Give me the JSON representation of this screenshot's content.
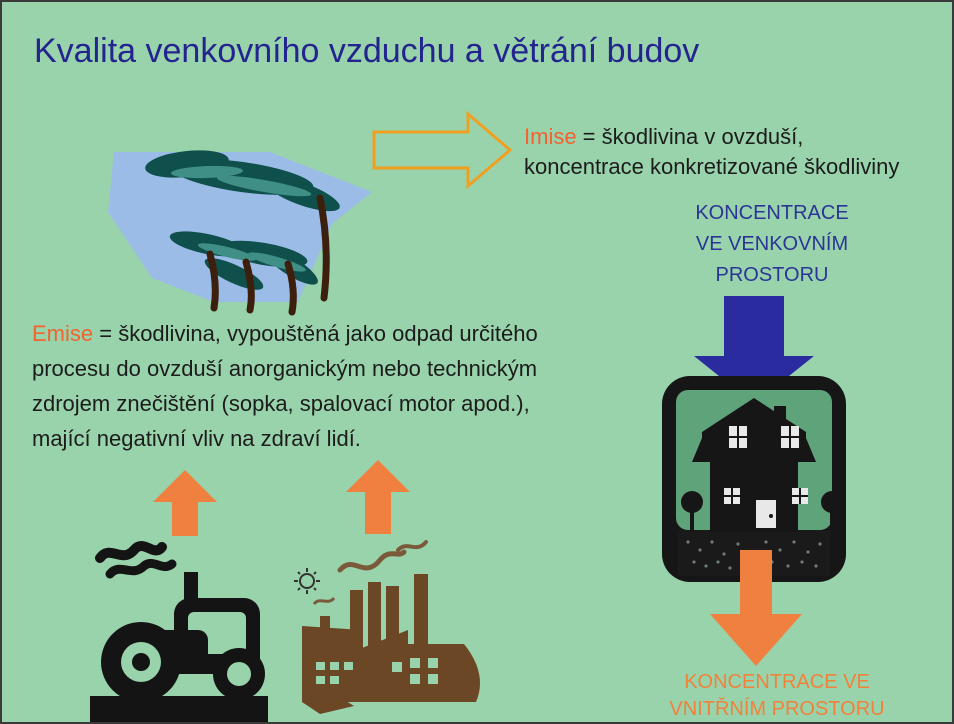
{
  "slide": {
    "title": "Kvalita venkovního vzduchu a větrání budov",
    "imise": {
      "term": "Imise",
      "definition": " = škodlivina v ovzduší,",
      "definition_line2": "koncentrace konkretizované škodliviny"
    },
    "emise": {
      "term": "Emise",
      "definition": " = škodlivina, vypouštěná jako odpad určitého procesu do ovzduší anorganickým nebo technickým zdrojem znečištění (sopka, spalovací motor apod.), mající negativní vliv na zdraví lidí."
    },
    "concentration_outdoor": [
      "KONCENTRACE",
      "VE VENKOVNÍM",
      "PROSTORU"
    ],
    "concentration_indoor": [
      "KONCENTRACE VE",
      "VNITŘNÍM PROSTORU"
    ]
  },
  "colors": {
    "background": "#99d3ab",
    "title": "#24248f",
    "term_orange": "#f3622f",
    "outdoor_label_blue": "#2b3596",
    "indoor_label_orange": "#f0823c",
    "arrow_down_blue": "#2b2ba0",
    "arrow_orange": "#f08040",
    "arrow_outline_orange": "#f0a020"
  },
  "icons": {
    "wind_trees": "wind-trees-icon",
    "house": "house-icon",
    "tractor": "tractor-icon",
    "factory": "factory-icon"
  }
}
